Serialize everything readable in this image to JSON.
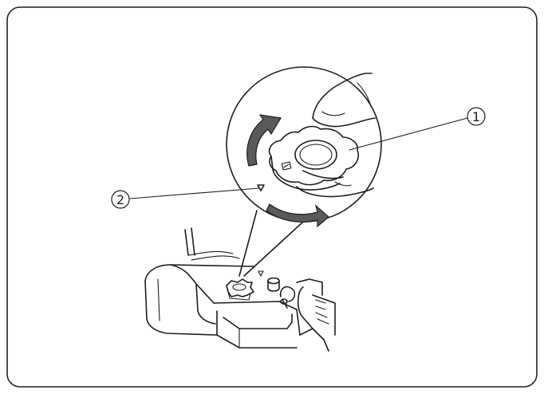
{
  "callouts": [
    {
      "id": "1",
      "label": "1"
    },
    {
      "id": "2",
      "label": "2"
    }
  ],
  "colors": {
    "line": "#1e1e1e",
    "background": "#ffffff",
    "arrow_fill": "#5a5a5a"
  },
  "icons": {
    "rotation_arrow_top": "curved-arrow-clockwise-icon",
    "rotation_arrow_bottom": "curved-arrow-right-icon",
    "alignment_mark": "triangle-mark-icon"
  }
}
